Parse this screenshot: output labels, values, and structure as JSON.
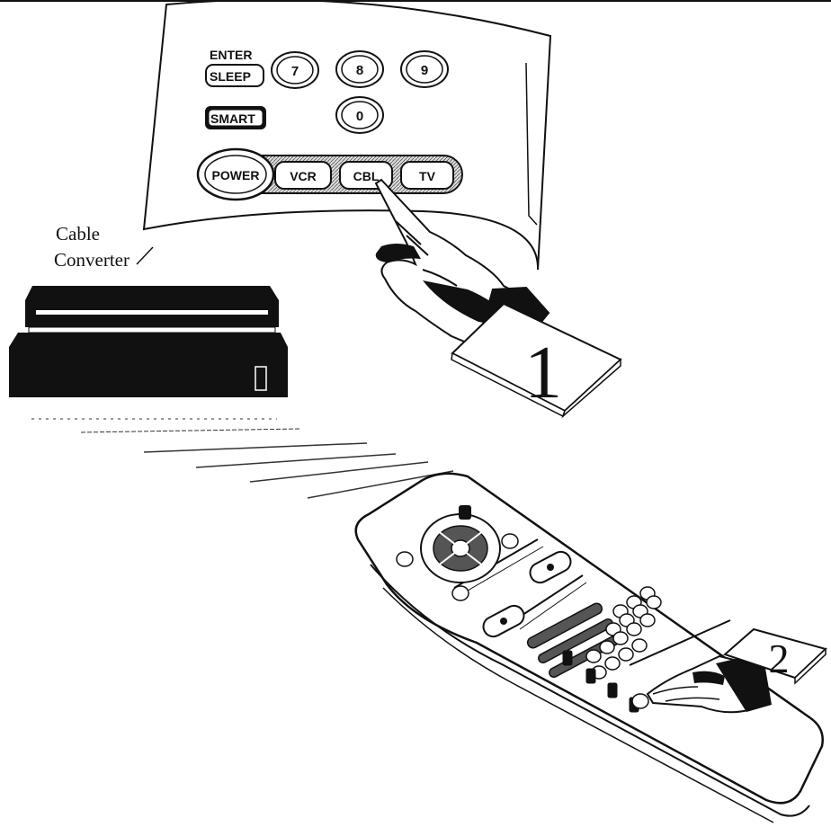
{
  "panel": {
    "enter_label": "ENTER",
    "buttons": {
      "sleep": "SLEEP",
      "smart": "SMART",
      "num7": "7",
      "num8": "8",
      "num9": "9",
      "num0": "0",
      "power": "POWER",
      "vcr": "VCR",
      "cbl": "CBL",
      "tv": "TV"
    }
  },
  "device": {
    "label_line1": "Cable",
    "label_line2": "Converter"
  },
  "steps": {
    "step1": "1",
    "step2": "2"
  },
  "colors": {
    "ink": "#111111",
    "background": "#ffffff"
  }
}
